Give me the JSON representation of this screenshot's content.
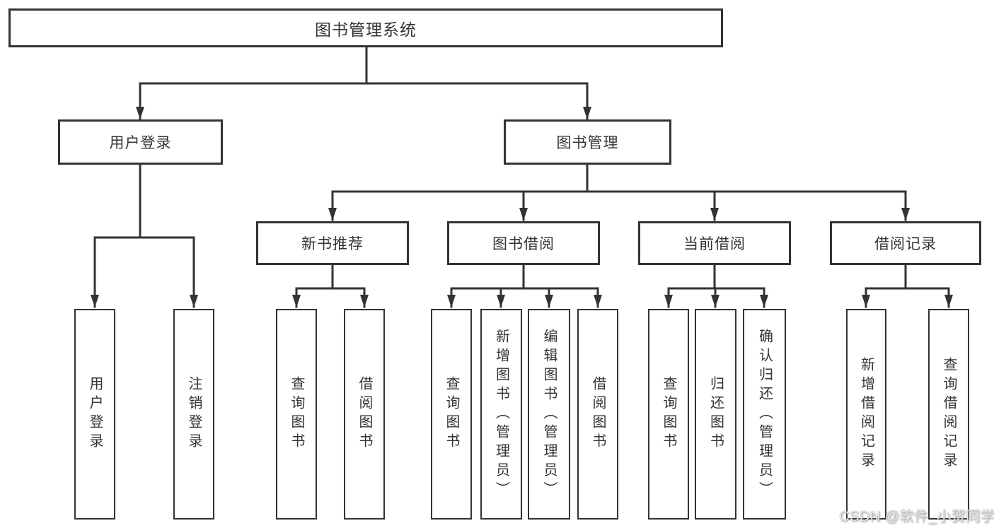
{
  "diagram_title": "图书管理系统",
  "tree": {
    "label": "图书管理系统",
    "children": [
      {
        "label": "用户登录",
        "children": [
          {
            "label": "用户登录"
          },
          {
            "label": "注销登录"
          }
        ]
      },
      {
        "label": "图书管理",
        "children": [
          {
            "label": "新书推荐",
            "children": [
              {
                "label": "查询图书"
              },
              {
                "label": "借阅图书"
              }
            ]
          },
          {
            "label": "图书借阅",
            "children": [
              {
                "label": "查询图书"
              },
              {
                "label": "新增图书（管理员）"
              },
              {
                "label": "编辑图书（管理员）"
              },
              {
                "label": "借阅图书"
              }
            ]
          },
          {
            "label": "当前借阅",
            "children": [
              {
                "label": "查询图书"
              },
              {
                "label": "归还图书"
              },
              {
                "label": "确认归还（管理员）"
              }
            ]
          },
          {
            "label": "借阅记录",
            "children": [
              {
                "label": "新增借阅记录"
              },
              {
                "label": "查询借阅记录"
              }
            ]
          }
        ]
      }
    ]
  },
  "watermark": {
    "text": "CSDN @软件_小贺同学"
  },
  "colors": {
    "line": "#333333",
    "box_border": "#333333",
    "box_fill": "#ffffff",
    "text": "#333333",
    "background": "#ffffff",
    "watermark_text": "#e3e3e3"
  }
}
